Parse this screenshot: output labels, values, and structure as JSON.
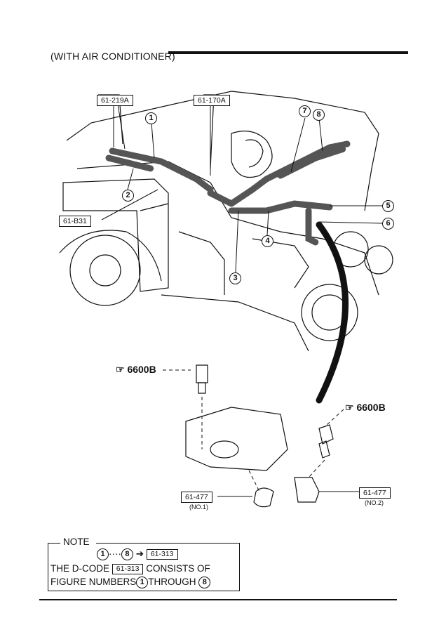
{
  "header": {
    "title": "(WITH AIR CONDITIONER)"
  },
  "callouts": {
    "box_61_219A": "61-219A",
    "box_61_170A": "61-170A",
    "box_61_B31": "61-B31",
    "box_61_477_a": "61-477",
    "box_61_477_a_sub": "(NO.1)",
    "box_61_477_b": "61-477",
    "box_61_477_b_sub": "(NO.2)",
    "num1": "1",
    "num2": "2",
    "num3": "3",
    "num4": "4",
    "num5": "5",
    "num6": "6",
    "num7": "7",
    "num8": "8"
  },
  "refs": {
    "ref_left": "6600B",
    "ref_right": "6600B"
  },
  "note": {
    "title": "NOTE",
    "range_start": "1",
    "range_dots": "····",
    "range_end": "8",
    "range_target": "61-313",
    "line2_pre": "THE D-CODE",
    "line2_code": "61-313",
    "line2_post": "CONSISTS OF",
    "line3_pre": "FIGURE NUMBERS",
    "line3_start": "1",
    "line3_mid": "THROUGH",
    "line3_end": "8"
  }
}
